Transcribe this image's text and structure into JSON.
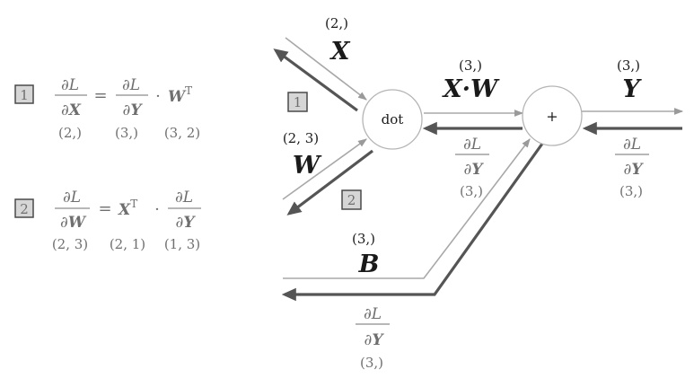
{
  "formulas": [
    {
      "badge": "1",
      "lhs_num": "∂L",
      "lhs_den_pre": "∂",
      "lhs_den_var": "X",
      "eq": "=",
      "r1_num": "∂L",
      "r1_den_pre": "∂",
      "r1_den_var": "Y",
      "op": "·",
      "r2_var": "W",
      "r2_sup": "T",
      "shape1": "(2,)",
      "shape2": "(3,)",
      "shape3": "(3, 2)"
    },
    {
      "badge": "2",
      "lhs_num": "∂L",
      "lhs_den_pre": "∂",
      "lhs_den_var": "W",
      "eq": "=",
      "r1_var": "X",
      "r1_sup": "T",
      "op": "·",
      "r2_num": "∂L",
      "r2_den_pre": "∂",
      "r2_den_var": "Y",
      "shape1": "(2, 3)",
      "shape2": "(2, 1)",
      "shape3": "(1, 3)"
    }
  ],
  "graph": {
    "dot_node": "dot",
    "plus_node": "+",
    "x_label": "X",
    "x_shape": "(2,)",
    "w_label": "W",
    "w_shape": "(2, 3)",
    "xw_x": "X",
    "xw_dot": "·",
    "xw_w": "W",
    "xw_shape": "(3,)",
    "y_label": "Y",
    "y_shape": "(3,)",
    "b_label": "B",
    "b_shape": "(3,)",
    "badge1": "1",
    "badge2": "2",
    "grad_mid": {
      "num": "∂L",
      "den_pre": "∂",
      "den_var": "Y",
      "shape": "(3,)"
    },
    "grad_right": {
      "num": "∂L",
      "den_pre": "∂",
      "den_var": "Y",
      "shape": "(3,)"
    },
    "grad_bottom": {
      "num": "∂L",
      "den_pre": "∂",
      "den_var": "Y",
      "shape": "(3,)"
    }
  }
}
